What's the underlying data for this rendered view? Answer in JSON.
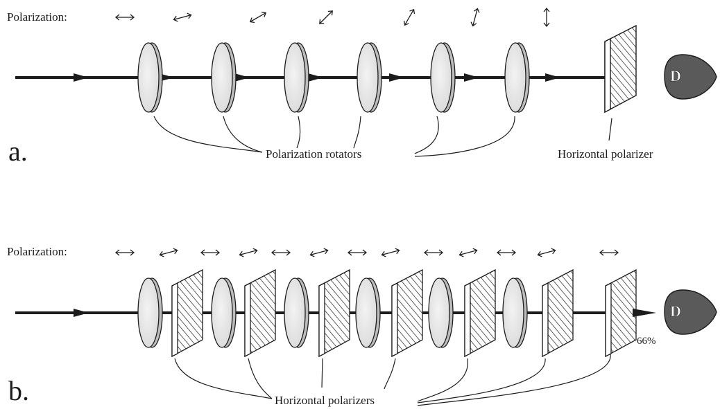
{
  "panel_a": {
    "section_label": "a.",
    "polarization_label": "Polarization:",
    "rotators_label": "Polarization rotators",
    "polarizer_label": "Horizontal polarizer",
    "detector_label": "D",
    "polarization_angles_deg": [
      0,
      15,
      30,
      45,
      60,
      75,
      90
    ]
  },
  "panel_b": {
    "section_label": "b.",
    "polarization_label": "Polarization:",
    "polarizers_label": "Horizontal polarizers",
    "detector_label": "D",
    "transmission_label": "66%",
    "polarization_angles_deg": [
      0,
      15,
      0,
      15,
      0,
      15,
      0,
      15,
      0,
      15,
      0,
      15,
      0
    ]
  },
  "colors": {
    "ink": "#1c1c1c",
    "rotator_fill": "#ececec",
    "detector_fill": "#5a5a5a"
  }
}
